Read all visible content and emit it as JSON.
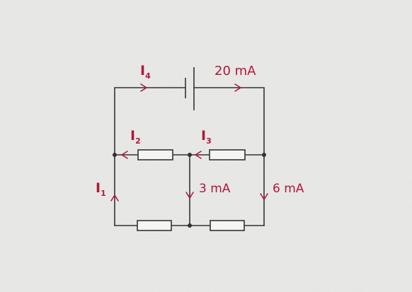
{
  "colors": {
    "paper": "#eeeeec",
    "wire": "#333333",
    "current": "#b3173a"
  },
  "labels": {
    "i4_main": "I",
    "i4_sub": "4",
    "i2_main": "I",
    "i2_sub": "2",
    "i3_main": "I",
    "i3_sub": "3",
    "i1_main": "I",
    "i1_sub": "1",
    "battery_current": "20 mA",
    "middle_current": "3 mA",
    "right_current": "6 mA"
  }
}
